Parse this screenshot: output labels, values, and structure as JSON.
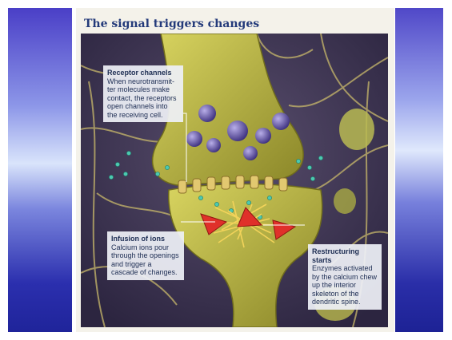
{
  "slide": {
    "left_background_color": "#4a3fc7",
    "right_background_color": "#5048c8"
  },
  "figure": {
    "title": "The signal triggers changes",
    "callouts": [
      {
        "heading": "Receptor channels",
        "body": "When neurotransmit-ter molecules make contact, the receptors open channels into the receiving cell."
      },
      {
        "heading": "Infusion of ions",
        "body": "Calcium ions pour through the openings and trigger a cascade of changes."
      },
      {
        "heading": "Restructuring starts",
        "body": "Enzymes activated by the calcium chew up the interior skeleton of the dendritic spine."
      }
    ],
    "colors": {
      "neuron": "#b9b43c",
      "background": "#3a3350",
      "vesicle": "#5a4c9c",
      "ion": "#4cc9b0",
      "arrow": "#e0302a",
      "filament": "#f2d35a"
    }
  }
}
